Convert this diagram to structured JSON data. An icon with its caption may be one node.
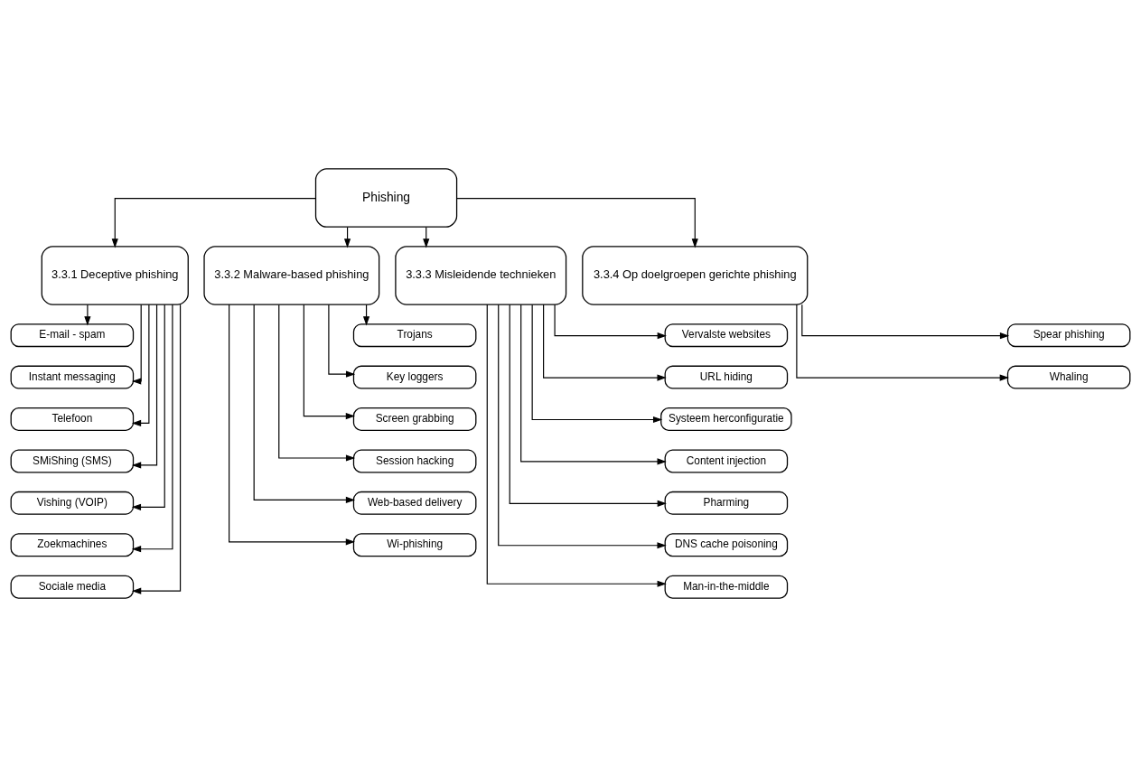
{
  "diagram": {
    "nodes": [
      {
        "text": [
          "Phishing"
        ]
      },
      {
        "text": [
          "3.3.1 Deceptive phishing"
        ]
      },
      {
        "text": [
          "3.3.2 Malware-based phishing"
        ]
      },
      {
        "text": [
          "3.3.3 Misleidende technieken"
        ]
      },
      {
        "text": [
          "3.3.4 Op doelgroepen gerichte phishing"
        ]
      },
      {
        "text": [
          "E-mail - spam"
        ]
      },
      {
        "text": [
          "Instant messaging"
        ]
      },
      {
        "text": [
          "Telefoon"
        ]
      },
      {
        "text": [
          "SMiShing (SMS)"
        ]
      },
      {
        "text": [
          "Vishing (VOIP)"
        ]
      },
      {
        "text": [
          "Zoekmachines"
        ]
      },
      {
        "text": [
          "Sociale media"
        ]
      },
      {
        "text": [
          "Trojans"
        ]
      },
      {
        "text": [
          "Key loggers"
        ]
      },
      {
        "text": [
          "Screen grabbing"
        ]
      },
      {
        "text": [
          "Session hacking"
        ]
      },
      {
        "text": [
          "Web-based delivery"
        ]
      },
      {
        "text": [
          "Wi-phishing"
        ]
      },
      {
        "text": [
          "Vervalste websites"
        ]
      },
      {
        "text": [
          "URL hiding"
        ]
      },
      {
        "text": [
          "Systeem herconfiguratie"
        ]
      },
      {
        "text": [
          "Content injection"
        ]
      },
      {
        "text": [
          "Pharming"
        ]
      },
      {
        "text": [
          "DNS cache poisoning"
        ]
      },
      {
        "text": [
          "Man-in-the-middle"
        ]
      },
      {
        "text": [
          "Spear phishing"
        ]
      },
      {
        "text": [
          "Whaling"
        ]
      }
    ],
    "edges": [
      {
        "from": 0,
        "to": 1,
        "arrow": "to"
      },
      {
        "from": 0,
        "to": 2,
        "arrow": "to"
      },
      {
        "from": 0,
        "to": 3,
        "arrow": "to"
      },
      {
        "from": 0,
        "to": 4,
        "arrow": "to"
      },
      {
        "from": 1,
        "to": 5,
        "arrow": "to"
      },
      {
        "from": 1,
        "to": 6,
        "arrow": "to"
      },
      {
        "from": 1,
        "to": 7,
        "arrow": "to"
      },
      {
        "from": 1,
        "to": 8,
        "arrow": "to"
      },
      {
        "from": 1,
        "to": 9,
        "arrow": "to"
      },
      {
        "from": 1,
        "to": 10,
        "arrow": "to"
      },
      {
        "from": 1,
        "to": 11,
        "arrow": "to"
      },
      {
        "from": 2,
        "to": 12,
        "arrow": "to"
      },
      {
        "from": 2,
        "to": 13,
        "arrow": "to"
      },
      {
        "from": 2,
        "to": 14,
        "arrow": "to"
      },
      {
        "from": 2,
        "to": 15,
        "arrow": "to"
      },
      {
        "from": 2,
        "to": 16,
        "arrow": "to"
      },
      {
        "from": 2,
        "to": 17,
        "arrow": "to"
      },
      {
        "from": 3,
        "to": 18,
        "arrow": "to"
      },
      {
        "from": 3,
        "to": 19,
        "arrow": "to"
      },
      {
        "from": 3,
        "to": 20,
        "arrow": "to"
      },
      {
        "from": 3,
        "to": 21,
        "arrow": "to"
      },
      {
        "from": 3,
        "to": 22,
        "arrow": "to"
      },
      {
        "from": 3,
        "to": 23,
        "arrow": "to"
      },
      {
        "from": 3,
        "to": 24,
        "arrow": "to"
      },
      {
        "from": 4,
        "to": 25,
        "arrow": "to"
      },
      {
        "from": 4,
        "to": 26,
        "arrow": "to"
      }
    ]
  }
}
